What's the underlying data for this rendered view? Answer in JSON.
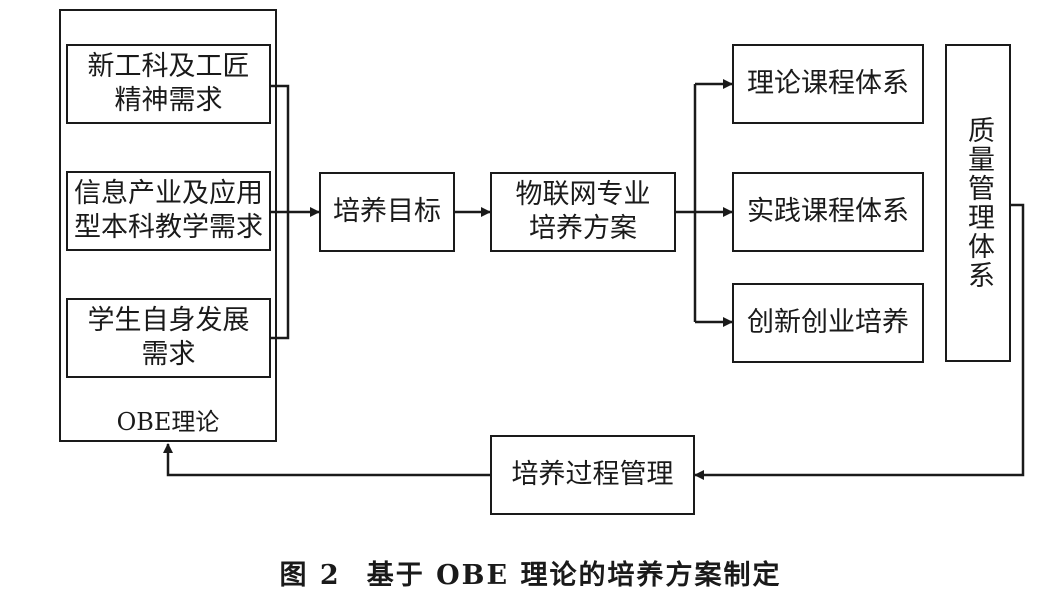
{
  "outer_panel": {
    "label": "OBE理论"
  },
  "needs": [
    {
      "label": "新工科及工匠\n精神需求"
    },
    {
      "label": "信息产业及应用\n型本科教学需求"
    },
    {
      "label": "学生自身发展\n需求"
    }
  ],
  "goal": {
    "label": "培养目标"
  },
  "plan": {
    "label": "物联网专业\n培养方案"
  },
  "systems": [
    {
      "label": "理论课程体系"
    },
    {
      "label": "实践课程体系"
    },
    {
      "label": "创新创业培养"
    }
  ],
  "quality": {
    "label": "质量管理体系"
  },
  "process": {
    "label": "培养过程管理"
  },
  "caption": {
    "number": "图 2",
    "text": "基于 OBE 理论的培养方案制定"
  }
}
